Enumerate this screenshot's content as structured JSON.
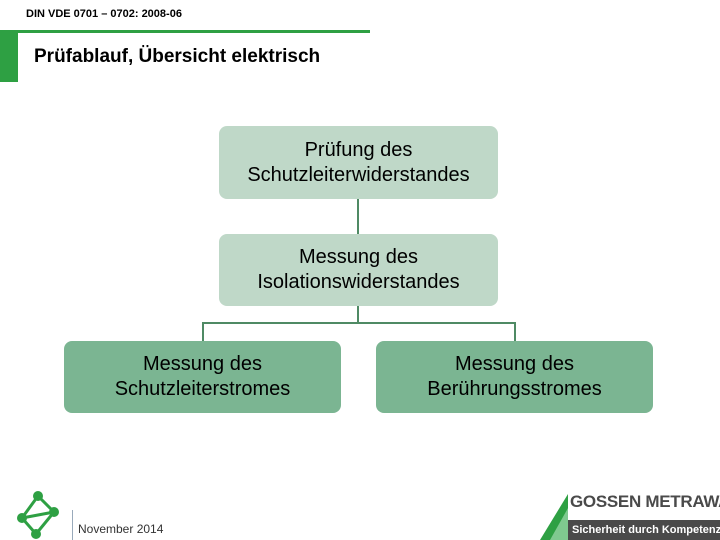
{
  "header": {
    "standard": "DIN VDE 0701 – 0702: 2008-06"
  },
  "title": "Prüfablauf, Übersicht elektrisch",
  "diagram": {
    "node1": "Prüfung des\nSchutzleiterwiderstandes",
    "node2": "Messung des\nIsolationswiderstandes",
    "node3": "Messung des\nSchutzleiterstromes",
    "node4": "Messung des\nBerührungsstromes"
  },
  "footer": {
    "date": "November 2014",
    "brand_name": "GOSSEN METRAWATT",
    "brand_tagline": "Sicherheit durch Kompetenz"
  },
  "colors": {
    "accent_green": "#2ea043",
    "node_light": "#bfd8c8",
    "node_dark": "#7bb592",
    "connector": "#4f8a64"
  }
}
